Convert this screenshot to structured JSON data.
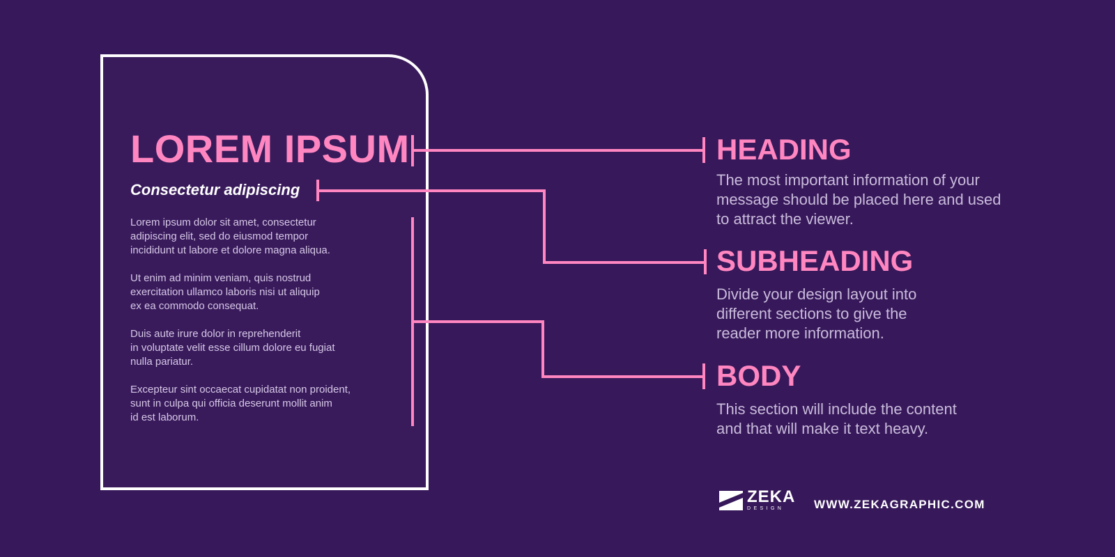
{
  "card": {
    "heading": "LOREM IPSUM",
    "subheading": "Consectetur adipiscing",
    "paragraphs": [
      "Lorem ipsum dolor sit amet, consectetur\nadipiscing elit, sed do eiusmod tempor\nincididunt ut labore et dolore magna aliqua.",
      "Ut enim ad minim veniam, quis nostrud\nexercitation ullamco laboris nisi ut aliquip\nex ea commodo consequat.",
      "Duis aute irure dolor in reprehenderit\nin voluptate velit esse cillum dolore eu fugiat\nnulla pariatur.",
      "Excepteur sint occaecat cupidatat non proident,\nsunt in culpa qui officia deserunt mollit anim\nid est laborum."
    ]
  },
  "callouts": [
    {
      "label": "HEADING",
      "description": "The most important information of your\nmessage should be placed here and used\nto attract the viewer."
    },
    {
      "label": "SUBHEADING",
      "description": "Divide your design layout into\ndifferent sections to give the\nreader more information."
    },
    {
      "label": "BODY",
      "description": "This section will include the content\nand that will make it text heavy."
    }
  ],
  "footer": {
    "logo_name": "ZEKA",
    "logo_sub": "DESIGN",
    "logo_icon": "zeka-logo-icon",
    "website": "WWW.ZEKAGRAPHIC.COM"
  },
  "colors": {
    "background": "#37185a",
    "accent": "#ff86c0",
    "card_border": "#ffffff",
    "description_text": "#c9bcdc"
  }
}
